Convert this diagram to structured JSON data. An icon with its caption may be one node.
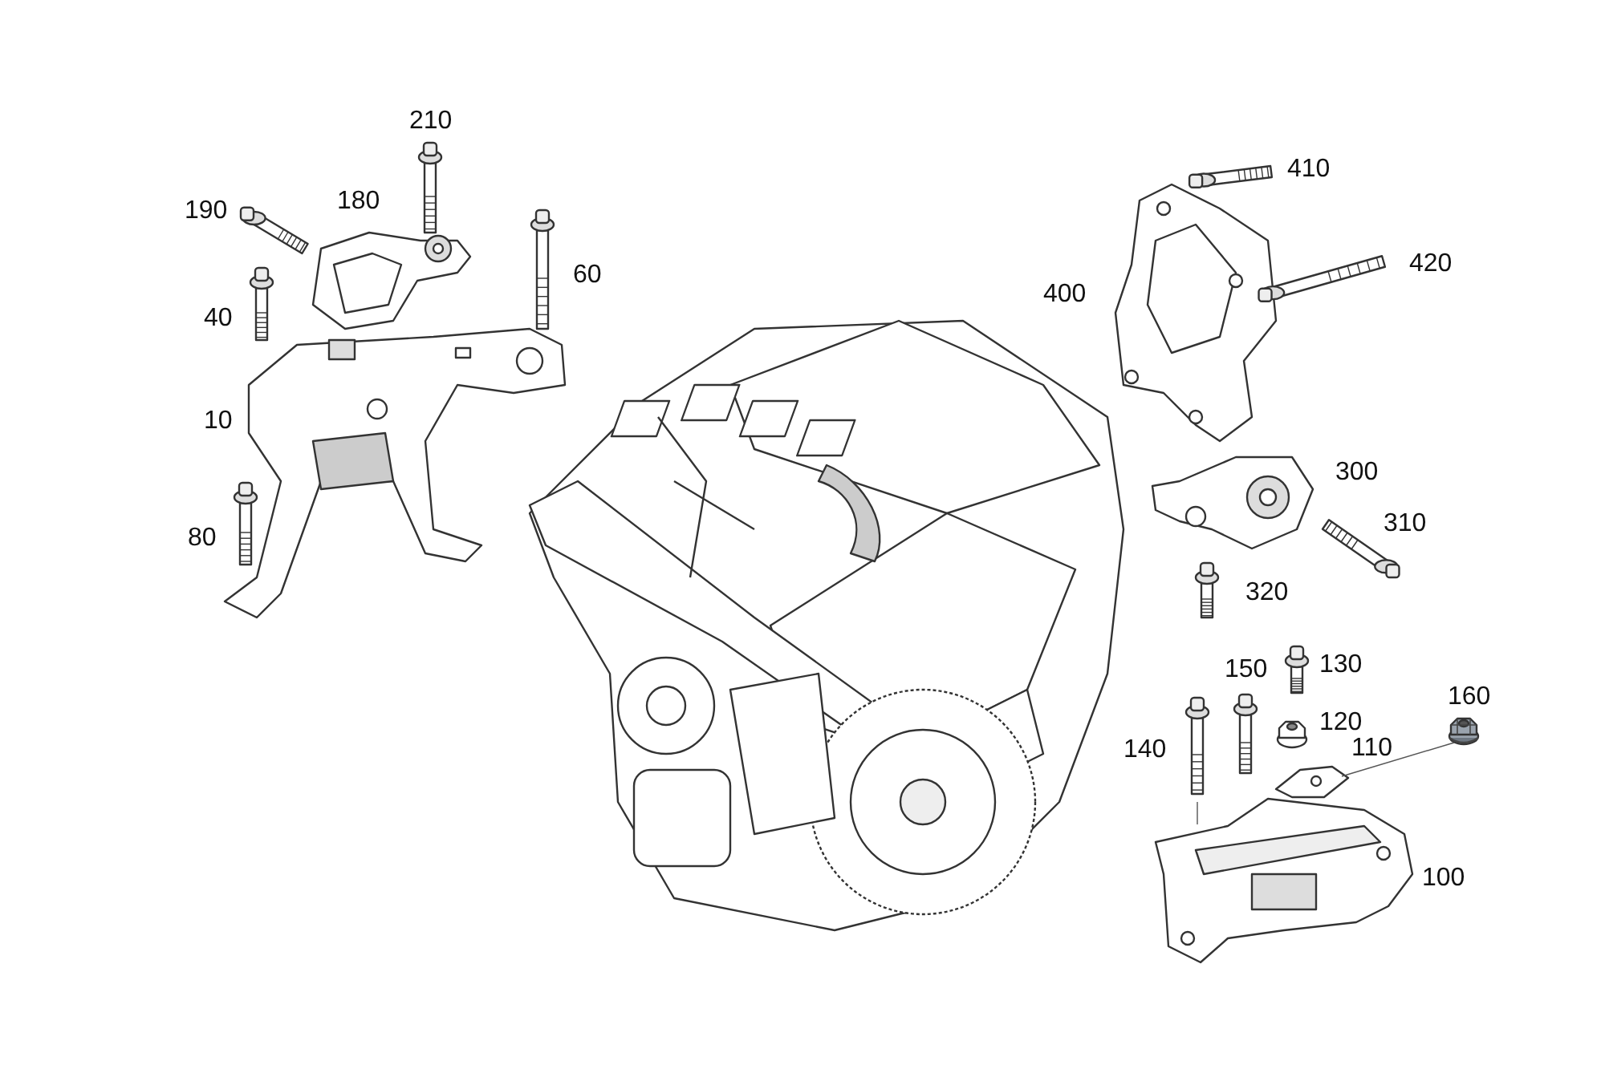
{
  "diagram": {
    "nodes": [
      {
        "text": [],
        "shape": "picture"
      },
      {
        "text": [],
        "shape": "picture"
      }
    ],
    "edges": [
      {
        "from": 0,
        "to": 1,
        "arrow": "none"
      }
    ],
    "labels": [
      "210",
      "410",
      "190",
      "180",
      "60",
      "420",
      "40",
      "400",
      "10",
      "300",
      "310",
      "80",
      "320",
      "150",
      "130",
      "160",
      "120",
      "140",
      "110",
      "100"
    ]
  }
}
